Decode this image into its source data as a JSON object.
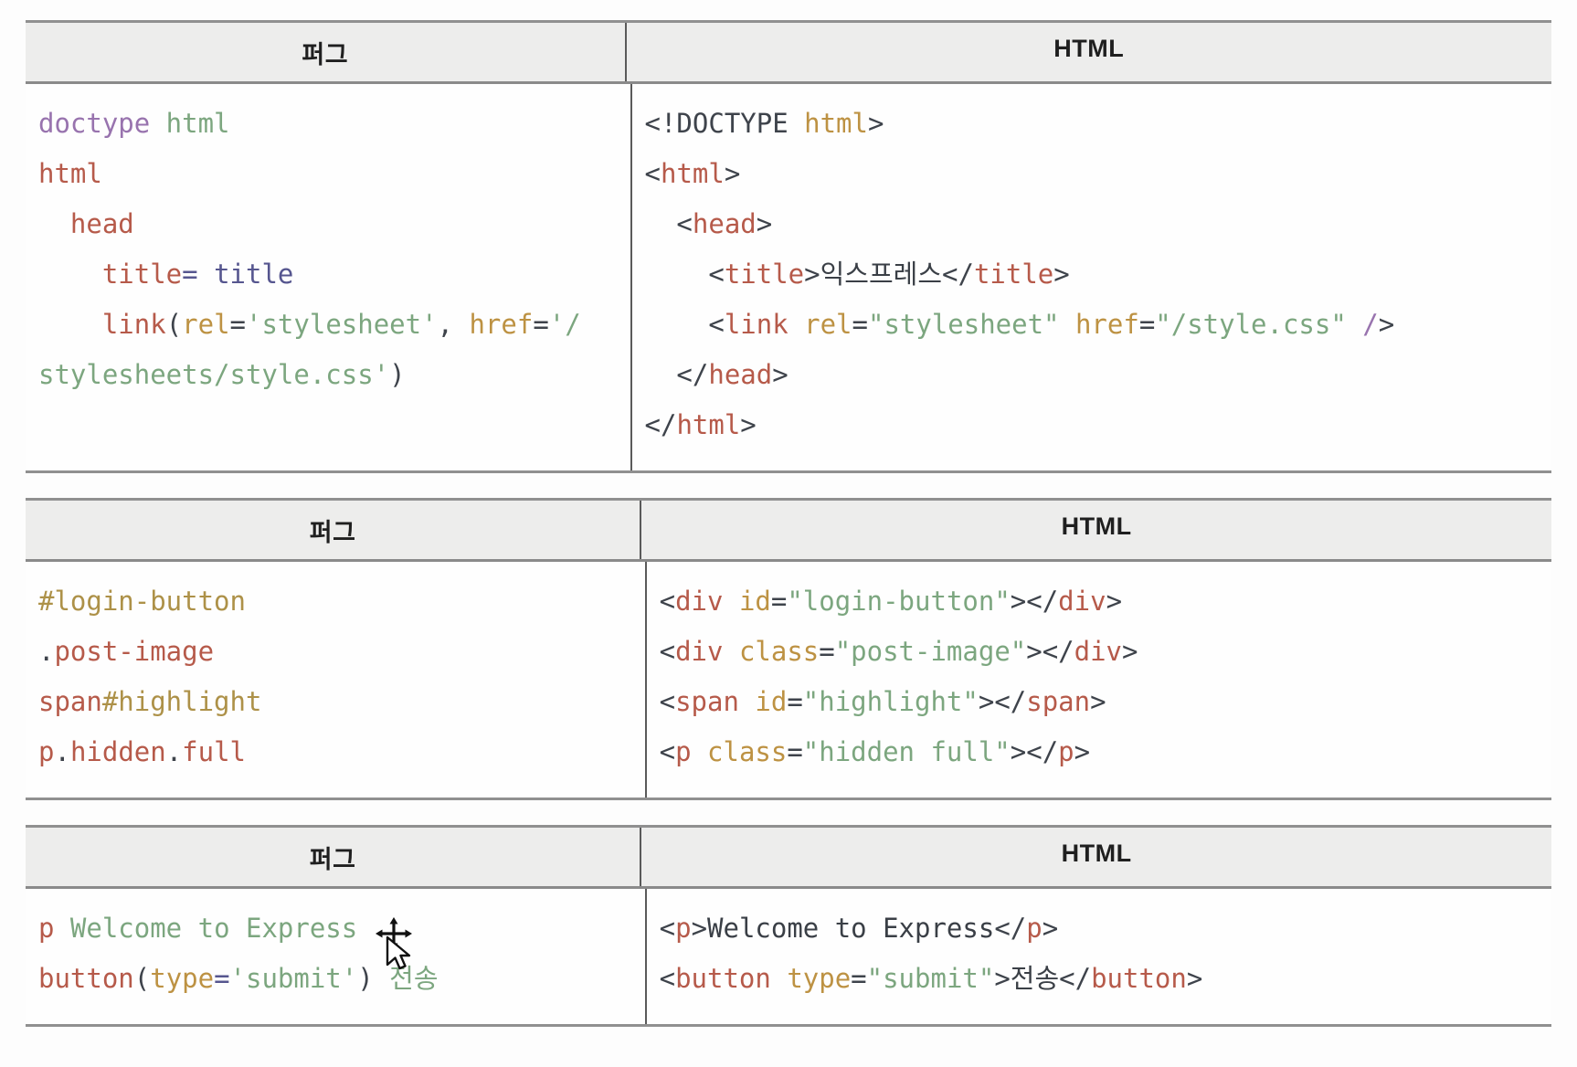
{
  "colors": {
    "tag": "#b65a4a",
    "attr": "#bd9243",
    "string": "#7ca67f",
    "keyword": "#9873ae",
    "id": "#ad9148",
    "indigo": "#56568f",
    "punct": "#3e434b",
    "text": "#3a3f46"
  },
  "header_bg": "#ededec",
  "cursor": {
    "icon": "move-pointer-cursor"
  },
  "tables": [
    {
      "pug_header": "퍼그",
      "html_header": "HTML",
      "pug": [
        [
          {
            "t": "doctype",
            "c": "keyword"
          },
          {
            "t": " html",
            "c": "string"
          }
        ],
        [
          {
            "t": "html",
            "c": "tag"
          }
        ],
        [
          {
            "t": "  head",
            "c": "tag"
          }
        ],
        [
          {
            "t": "    title",
            "c": "tag"
          },
          {
            "t": "=",
            "c": "indigo"
          },
          {
            "t": " title",
            "c": "indigo"
          }
        ],
        [
          {
            "t": "    link",
            "c": "tag"
          },
          {
            "t": "(",
            "c": "punct"
          },
          {
            "t": "rel",
            "c": "attr"
          },
          {
            "t": "=",
            "c": "punct"
          },
          {
            "t": "'stylesheet'",
            "c": "string"
          },
          {
            "t": ",",
            "c": "punct"
          },
          {
            "t": " href",
            "c": "attr"
          },
          {
            "t": "=",
            "c": "punct"
          },
          {
            "t": "'/",
            "c": "string"
          }
        ],
        [
          {
            "t": "stylesheets/style.css'",
            "c": "string"
          },
          {
            "t": ")",
            "c": "punct"
          }
        ]
      ],
      "html": [
        [
          {
            "t": "<!DOCTYPE",
            "c": "punct"
          },
          {
            "t": " html",
            "c": "attr"
          },
          {
            "t": ">",
            "c": "punct"
          }
        ],
        [
          {
            "t": "<",
            "c": "punct"
          },
          {
            "t": "html",
            "c": "tag"
          },
          {
            "t": ">",
            "c": "punct"
          }
        ],
        [
          {
            "t": "  <",
            "c": "punct"
          },
          {
            "t": "head",
            "c": "tag"
          },
          {
            "t": ">",
            "c": "punct"
          }
        ],
        [
          {
            "t": "    <",
            "c": "punct"
          },
          {
            "t": "title",
            "c": "tag"
          },
          {
            "t": ">",
            "c": "punct"
          },
          {
            "t": "익스프레스",
            "c": "text"
          },
          {
            "t": "</",
            "c": "punct"
          },
          {
            "t": "title",
            "c": "tag"
          },
          {
            "t": ">",
            "c": "punct"
          }
        ],
        [
          {
            "t": "    <",
            "c": "punct"
          },
          {
            "t": "link",
            "c": "tag"
          },
          {
            "t": " rel",
            "c": "attr"
          },
          {
            "t": "=",
            "c": "punct"
          },
          {
            "t": "\"stylesheet\"",
            "c": "string"
          },
          {
            "t": " href",
            "c": "attr"
          },
          {
            "t": "=",
            "c": "punct"
          },
          {
            "t": "\"/style.css\"",
            "c": "string"
          },
          {
            "t": " /",
            "c": "keyword"
          },
          {
            "t": ">",
            "c": "punct"
          }
        ],
        [
          {
            "t": "  </",
            "c": "punct"
          },
          {
            "t": "head",
            "c": "tag"
          },
          {
            "t": ">",
            "c": "punct"
          }
        ],
        [
          {
            "t": "</",
            "c": "punct"
          },
          {
            "t": "html",
            "c": "tag"
          },
          {
            "t": ">",
            "c": "punct"
          }
        ]
      ]
    },
    {
      "pug_header": "퍼그",
      "html_header": "HTML",
      "pug": [
        [
          {
            "t": "#login-button",
            "c": "id"
          }
        ],
        [
          {
            "t": ".",
            "c": "punct"
          },
          {
            "t": "post-image",
            "c": "tag"
          }
        ],
        [
          {
            "t": "span",
            "c": "tag"
          },
          {
            "t": "#highlight",
            "c": "id"
          }
        ],
        [
          {
            "t": "p",
            "c": "tag"
          },
          {
            "t": ".",
            "c": "punct"
          },
          {
            "t": "hidden",
            "c": "tag"
          },
          {
            "t": ".",
            "c": "punct"
          },
          {
            "t": "full",
            "c": "tag"
          }
        ]
      ],
      "html": [
        [
          {
            "t": "<",
            "c": "punct"
          },
          {
            "t": "div",
            "c": "tag"
          },
          {
            "t": " id",
            "c": "attr"
          },
          {
            "t": "=",
            "c": "punct"
          },
          {
            "t": "\"login-button\"",
            "c": "string"
          },
          {
            "t": ">",
            "c": "punct"
          },
          {
            "t": "</",
            "c": "punct"
          },
          {
            "t": "div",
            "c": "tag"
          },
          {
            "t": ">",
            "c": "punct"
          }
        ],
        [
          {
            "t": "<",
            "c": "punct"
          },
          {
            "t": "div",
            "c": "tag"
          },
          {
            "t": " class",
            "c": "attr"
          },
          {
            "t": "=",
            "c": "punct"
          },
          {
            "t": "\"post-image\"",
            "c": "string"
          },
          {
            "t": ">",
            "c": "punct"
          },
          {
            "t": "</",
            "c": "punct"
          },
          {
            "t": "div",
            "c": "tag"
          },
          {
            "t": ">",
            "c": "punct"
          }
        ],
        [
          {
            "t": "<",
            "c": "punct"
          },
          {
            "t": "span",
            "c": "tag"
          },
          {
            "t": " id",
            "c": "attr"
          },
          {
            "t": "=",
            "c": "punct"
          },
          {
            "t": "\"highlight\"",
            "c": "string"
          },
          {
            "t": ">",
            "c": "punct"
          },
          {
            "t": "</",
            "c": "punct"
          },
          {
            "t": "span",
            "c": "tag"
          },
          {
            "t": ">",
            "c": "punct"
          }
        ],
        [
          {
            "t": "<",
            "c": "punct"
          },
          {
            "t": "p",
            "c": "tag"
          },
          {
            "t": " class",
            "c": "attr"
          },
          {
            "t": "=",
            "c": "punct"
          },
          {
            "t": "\"hidden full\"",
            "c": "string"
          },
          {
            "t": ">",
            "c": "punct"
          },
          {
            "t": "</",
            "c": "punct"
          },
          {
            "t": "p",
            "c": "tag"
          },
          {
            "t": ">",
            "c": "punct"
          }
        ]
      ]
    },
    {
      "pug_header": "퍼그",
      "html_header": "HTML",
      "pug": [
        [
          {
            "t": "p",
            "c": "tag"
          },
          {
            "t": " Welcome to Express",
            "c": "string"
          }
        ],
        [
          {
            "t": "button",
            "c": "tag"
          },
          {
            "t": "(",
            "c": "punct"
          },
          {
            "t": "type",
            "c": "attr"
          },
          {
            "t": "=",
            "c": "indigo"
          },
          {
            "t": "'submit'",
            "c": "string"
          },
          {
            "t": ")",
            "c": "punct"
          },
          {
            "t": " 전송",
            "c": "string"
          }
        ]
      ],
      "html": [
        [
          {
            "t": "<",
            "c": "punct"
          },
          {
            "t": "p",
            "c": "tag"
          },
          {
            "t": ">",
            "c": "punct"
          },
          {
            "t": "Welcome to Express",
            "c": "text"
          },
          {
            "t": "</",
            "c": "punct"
          },
          {
            "t": "p",
            "c": "tag"
          },
          {
            "t": ">",
            "c": "punct"
          }
        ],
        [
          {
            "t": "<",
            "c": "punct"
          },
          {
            "t": "button",
            "c": "tag"
          },
          {
            "t": " type",
            "c": "attr"
          },
          {
            "t": "=",
            "c": "punct"
          },
          {
            "t": "\"submit\"",
            "c": "string"
          },
          {
            "t": ">",
            "c": "punct"
          },
          {
            "t": "전송",
            "c": "text"
          },
          {
            "t": "</",
            "c": "punct"
          },
          {
            "t": "button",
            "c": "tag"
          },
          {
            "t": ">",
            "c": "punct"
          }
        ]
      ]
    }
  ]
}
